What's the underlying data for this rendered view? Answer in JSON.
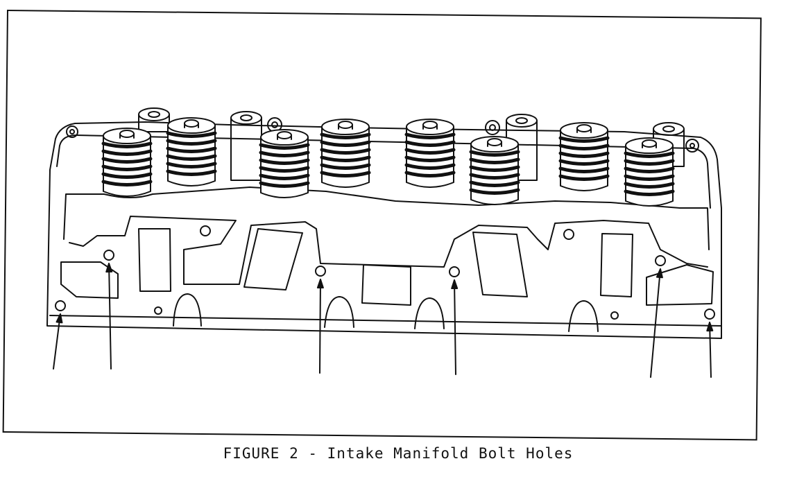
{
  "figure": {
    "caption": "FIGURE 2 - Intake Manifold Bolt Holes"
  },
  "diagram": {
    "subject": "cylinder-head",
    "line_color": "#111111",
    "background": "#ffffff",
    "valve_spring_count": 8,
    "bolt_hole_callout_count": 6
  }
}
